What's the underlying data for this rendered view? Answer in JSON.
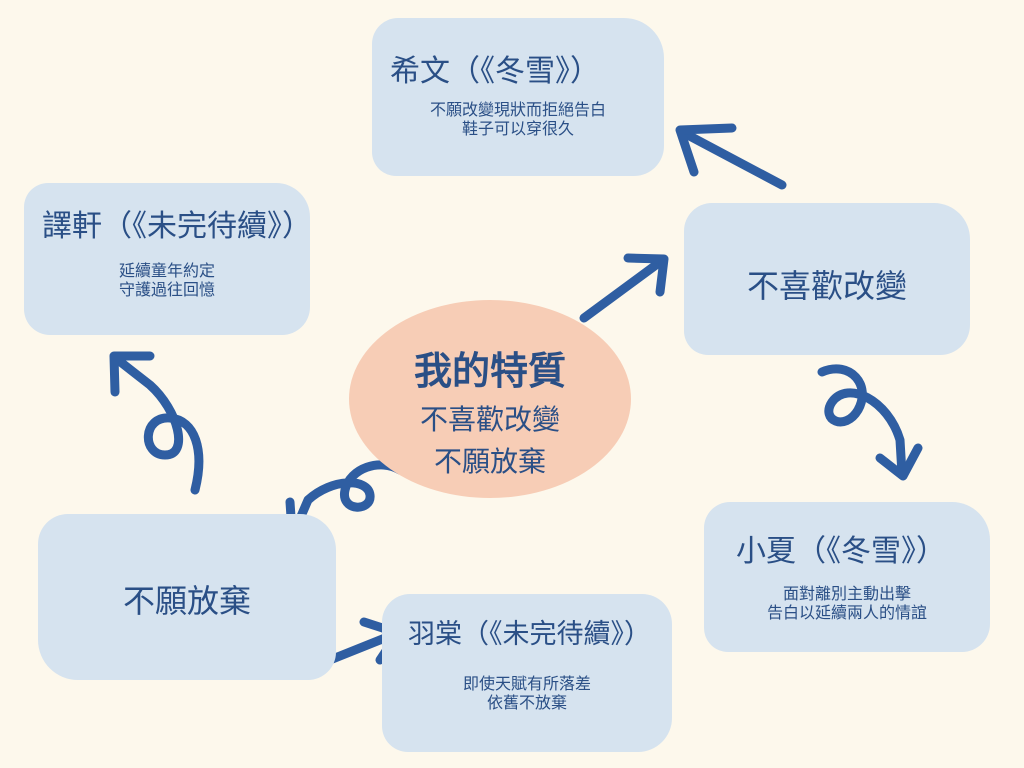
{
  "center": {
    "title": "我的特質",
    "line1": "不喜歡改變",
    "line2": "不願放棄"
  },
  "change_box": {
    "label": "不喜歡改變"
  },
  "giveup_box": {
    "label": "不願放棄"
  },
  "xiwen": {
    "title": "希文（《冬雪》）",
    "line1": "不願改變現狀而拒絕告白",
    "line2": "鞋子可以穿很久"
  },
  "yixuan": {
    "title": "譯軒（《未完待續》）",
    "line1": "延續童年約定",
    "line2": "守護過往回憶"
  },
  "xiaoxia": {
    "title": "小夏（《冬雪》）",
    "line1": "面對離別主動出擊",
    "line2": "告白以延續兩人的情誼"
  },
  "yutang": {
    "title": "羽棠（《未完待續》）",
    "line1": "即使天賦有所落差",
    "line2": "依舊不放棄"
  },
  "colors": {
    "background": "#fdf8ec",
    "box": "#d6e3ef",
    "center": "#f7cdb6",
    "text": "#2a4f86",
    "arrow": "#2f5ea2"
  }
}
